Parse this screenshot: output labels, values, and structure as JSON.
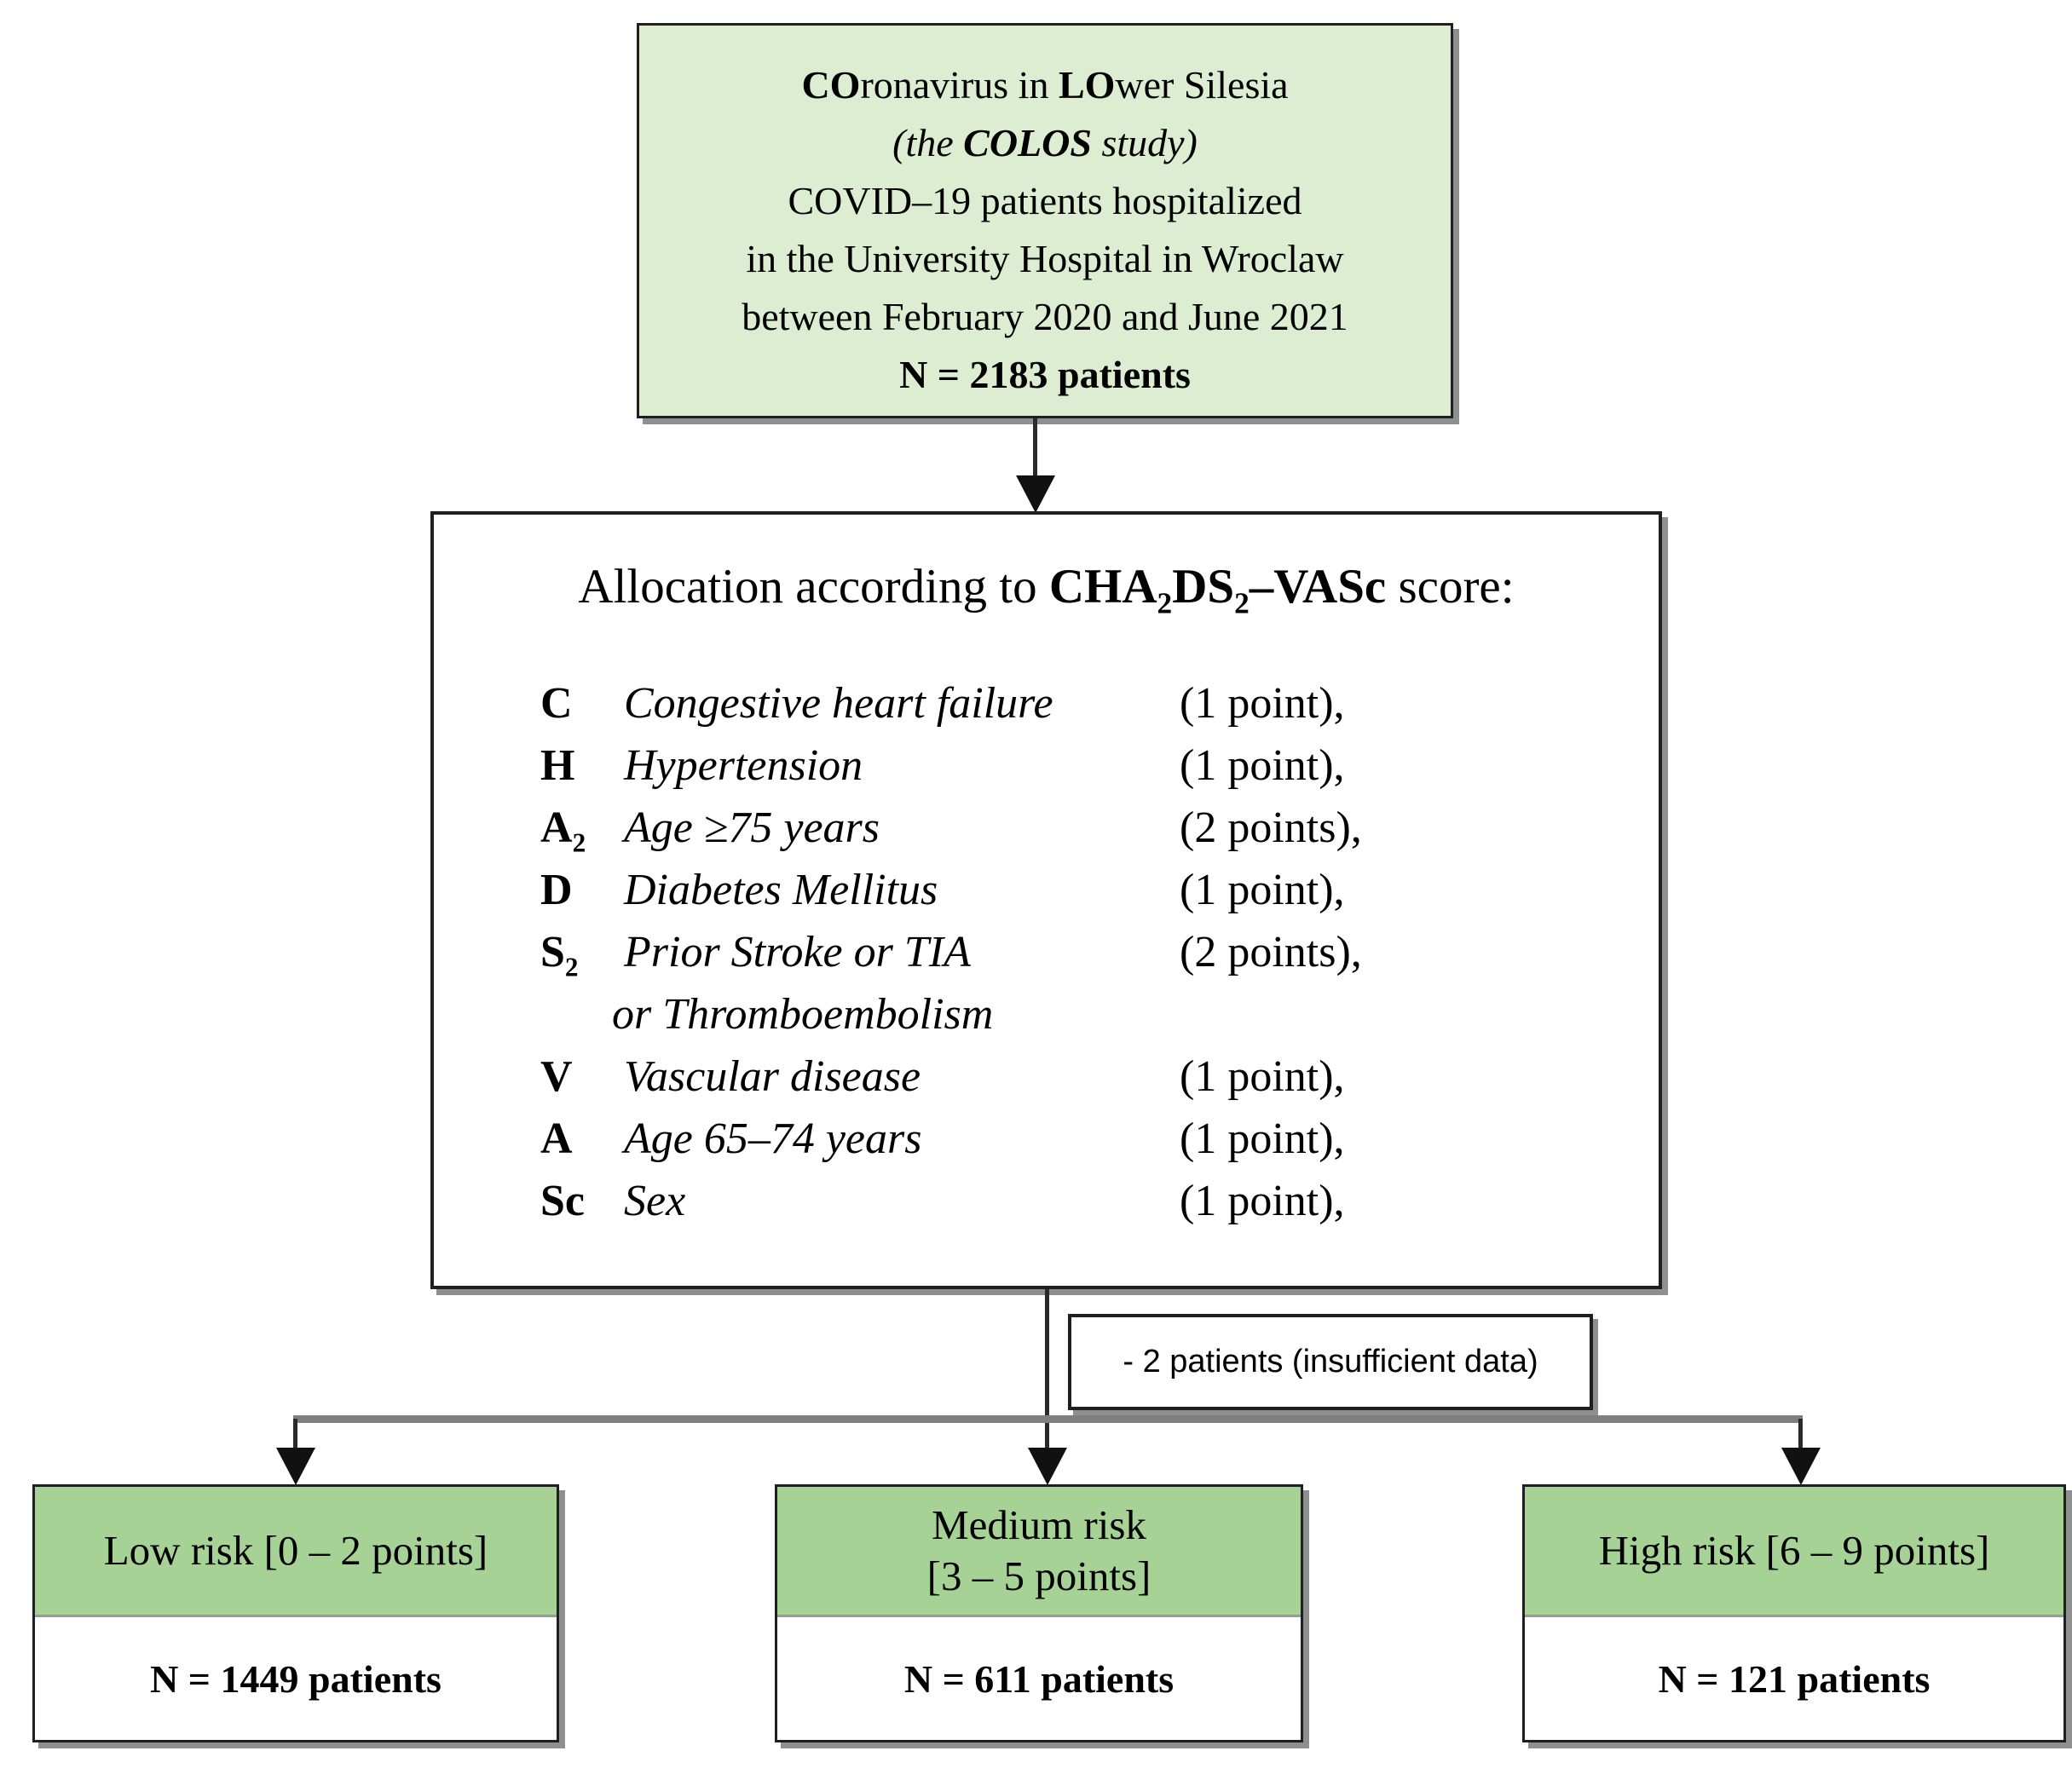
{
  "colors": {
    "box_green_light": "#dcedd2",
    "box_green_header": "#a6d295",
    "connector_gray": "#7f7f7f",
    "border_dark": "#1f1f1f",
    "shadow_gray": "#8f8f8f"
  },
  "study_box": {
    "title_b1": "CO",
    "title_r1": "ronavirus in ",
    "title_b2": "LO",
    "title_r2": "wer Silesia",
    "subtitle_r1": "(the ",
    "subtitle_b": "COLOS",
    "subtitle_r2": " study)",
    "line3": "COVID–19 patients hospitalized",
    "line4": "in the University Hospital in Wroclaw",
    "line5": "between February 2020 and June 2021",
    "n_line": "N = 2183 patients"
  },
  "allocation_box": {
    "title_prefix": "Allocation according to ",
    "score_b1": "CHA",
    "score_sub1": "2",
    "score_b2": "DS",
    "score_sub2": "2",
    "score_b3": "–VASc",
    "title_suffix": " score:",
    "rows": [
      {
        "letter": "C",
        "sub": "",
        "condition": "Congestive heart failure",
        "condition2": "",
        "points": "(1 point),"
      },
      {
        "letter": "H",
        "sub": "",
        "condition": "Hypertension",
        "condition2": "",
        "points": "(1 point),"
      },
      {
        "letter": "A",
        "sub": "2",
        "condition": "Age ≥75 years",
        "condition2": "",
        "points": "(2 points),"
      },
      {
        "letter": "D",
        "sub": "",
        "condition": "Diabetes Mellitus",
        "condition2": "",
        "points": "(1 point),"
      },
      {
        "letter": "S",
        "sub": "2",
        "condition": "Prior Stroke or TIA",
        "condition2": "or Thromboembolism",
        "points": "(2 points),"
      },
      {
        "letter": "V",
        "sub": "",
        "condition": "Vascular disease",
        "condition2": "",
        "points": "(1 point),"
      },
      {
        "letter": "A",
        "sub": "",
        "condition": "Age 65–74 years",
        "condition2": "",
        "points": "(1 point),"
      },
      {
        "letter": "Sc",
        "sub": "",
        "condition": "Sex",
        "condition2": "",
        "points": "(1 point),"
      }
    ]
  },
  "exclusion_box": {
    "text": "- 2 patients (insufficient data)"
  },
  "risk_boxes": [
    {
      "title": "Low risk [0 – 2 points]",
      "n": "N = 1449 patients"
    },
    {
      "title": "Medium risk\n[3 – 5 points]",
      "n": "N = 611 patients"
    },
    {
      "title": "High risk [6 – 9 points]",
      "n": "N = 121 patients"
    }
  ]
}
